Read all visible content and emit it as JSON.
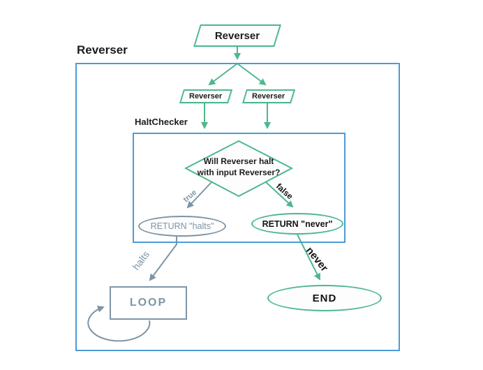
{
  "title": "Reverser halting-problem flowchart",
  "colors": {
    "green": "#4cb88e",
    "blue": "#4d9bd6",
    "gray": "#7d95a6",
    "text": "#1c1c1c"
  },
  "outer_box": {
    "label": "Reverser"
  },
  "inner_box": {
    "label": "HaltChecker"
  },
  "nodes": {
    "input": {
      "label": "Reverser",
      "shape": "parallelogram"
    },
    "copy_left": {
      "label": "Reverser",
      "shape": "parallelogram"
    },
    "copy_right": {
      "label": "Reverser",
      "shape": "parallelogram"
    },
    "decision": {
      "line1": "Will Reverser halt",
      "line2": "with input Reverser?",
      "shape": "diamond"
    },
    "return_halts": {
      "label": "RETURN \"halts\"",
      "shape": "ellipse",
      "color": "#7d95a6"
    },
    "return_never": {
      "label": "RETURN \"never\"",
      "shape": "ellipse",
      "color": "#4cb88e"
    },
    "loop": {
      "label": "LOOP",
      "shape": "rectangle",
      "color": "#7d95a6"
    },
    "end": {
      "label": "END",
      "shape": "ellipse",
      "color": "#4cb88e"
    }
  },
  "edge_labels": {
    "true_branch": "true",
    "false_branch": "false",
    "halts": "halts",
    "never": "never"
  }
}
